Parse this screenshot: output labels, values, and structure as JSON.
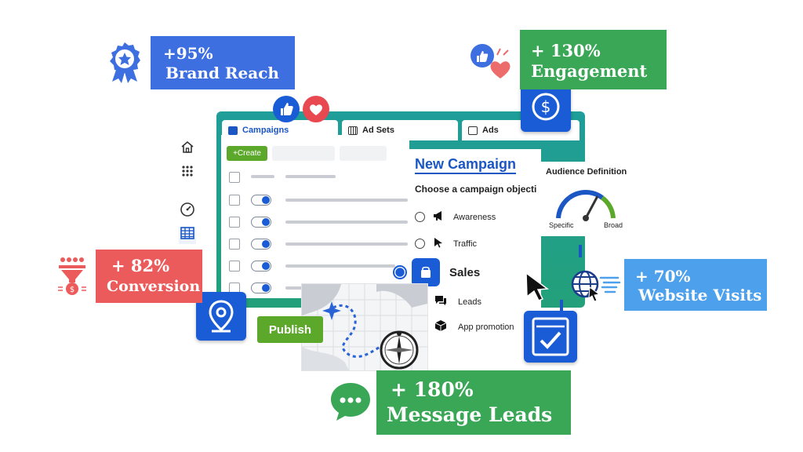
{
  "stats": {
    "brand_reach": {
      "value": "+95%",
      "label": "Brand Reach",
      "color": "#3e6fe0"
    },
    "engagement": {
      "value": "+ 130%",
      "label": "Engagement",
      "color": "#3aa757"
    },
    "conversion": {
      "value": "+ 82%",
      "label": "Conversion",
      "color": "#ec5b5b"
    },
    "website_visits": {
      "value": "+ 70%",
      "label": "Website Visits",
      "color": "#4da0ec"
    },
    "message_leads": {
      "value": "+ 180%",
      "label": "Message Leads",
      "color": "#3aa757"
    }
  },
  "tabs": [
    {
      "label": "Campaigns",
      "icon": "folder-icon",
      "active": true
    },
    {
      "label": "Ad Sets",
      "icon": "grid-icon",
      "active": false
    },
    {
      "label": "Ads",
      "icon": "ad-icon",
      "active": false
    }
  ],
  "toolbar": {
    "create_label": "+Create"
  },
  "sidebar_icons": [
    "home-icon",
    "apps-icon",
    "gauge-icon",
    "table-icon"
  ],
  "new_campaign": {
    "title": "New Campaign",
    "subtitle": "Choose a campaign objecti",
    "options": [
      {
        "label": "Awareness",
        "icon": "megaphone-icon",
        "selected": false
      },
      {
        "label": "Traffic",
        "icon": "cursor-icon",
        "selected": false
      },
      {
        "label": "Sales",
        "icon": "shopping-bag-icon",
        "selected": true
      },
      {
        "label": "Leads",
        "icon": "chat-icon",
        "selected": false
      },
      {
        "label": "App promotion",
        "icon": "box-icon",
        "selected": false
      }
    ]
  },
  "audience": {
    "title": "Audience Definition",
    "min_label": "Specific",
    "max_label": "Broad"
  },
  "publish_label": "Publish",
  "colors": {
    "primary_blue": "#1a5bd6",
    "teal": "#1f9e9a",
    "green": "#5ca82b"
  }
}
